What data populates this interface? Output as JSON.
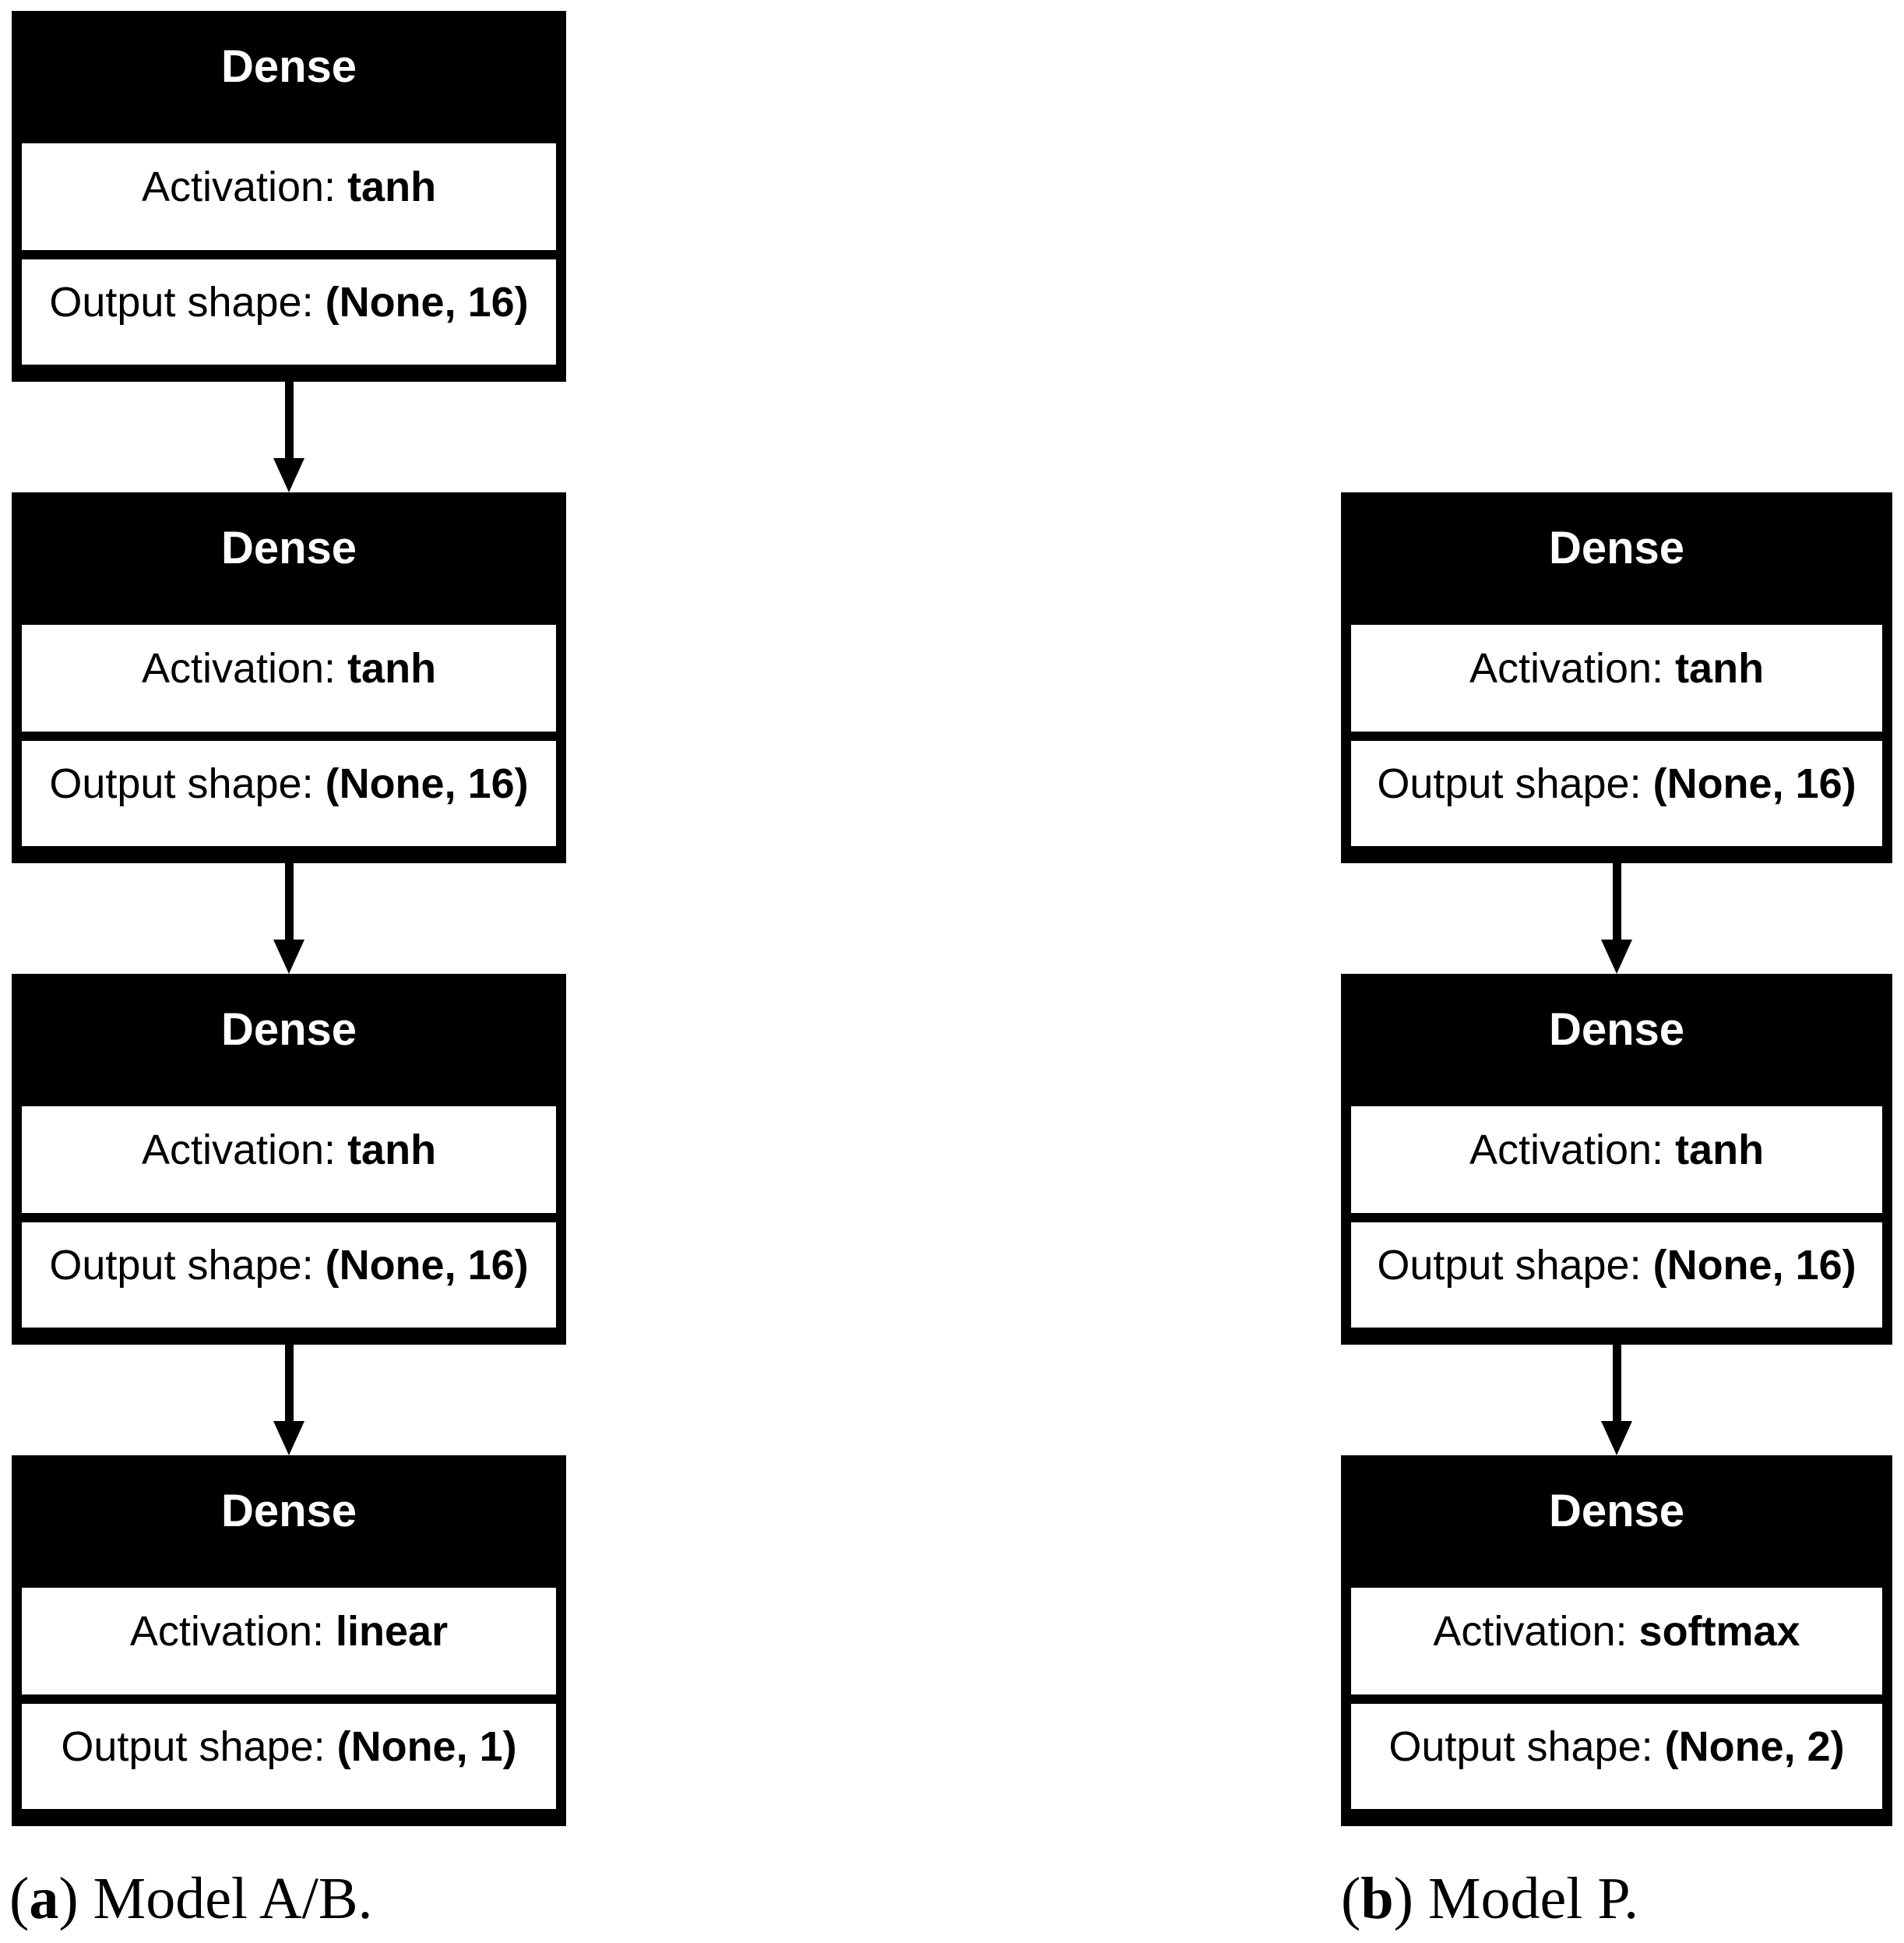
{
  "figure": {
    "type": "neural-network-layer-diagram",
    "colors": {
      "background": "#ffffff",
      "box_shell": "#000000",
      "header_bg": "#000000",
      "header_text": "#ffffff",
      "cell_bg": "#ffffff",
      "cell_text": "#000000",
      "arrow": "#000000"
    }
  },
  "models": [
    {
      "caption": {
        "open": "(",
        "letter": "a",
        "close": ") ",
        "text": "Model A/B."
      },
      "layers": [
        {
          "name": "Dense",
          "activation_label": "Activation: ",
          "activation_value": "tanh",
          "output_label": "Output shape: ",
          "output_value": "(None, 16)"
        },
        {
          "name": "Dense",
          "activation_label": "Activation: ",
          "activation_value": "tanh",
          "output_label": "Output shape: ",
          "output_value": "(None, 16)"
        },
        {
          "name": "Dense",
          "activation_label": "Activation: ",
          "activation_value": "tanh",
          "output_label": "Output shape: ",
          "output_value": "(None, 16)"
        },
        {
          "name": "Dense",
          "activation_label": "Activation: ",
          "activation_value": "linear",
          "output_label": "Output shape: ",
          "output_value": "(None, 1)"
        }
      ]
    },
    {
      "caption": {
        "open": "(",
        "letter": "b",
        "close": ") ",
        "text": "Model P."
      },
      "layers": [
        {
          "name": "Dense",
          "activation_label": "Activation: ",
          "activation_value": "tanh",
          "output_label": "Output shape: ",
          "output_value": "(None, 16)"
        },
        {
          "name": "Dense",
          "activation_label": "Activation: ",
          "activation_value": "tanh",
          "output_label": "Output shape: ",
          "output_value": "(None, 16)"
        },
        {
          "name": "Dense",
          "activation_label": "Activation: ",
          "activation_value": "softmax",
          "output_label": "Output shape: ",
          "output_value": "(None, 2)"
        }
      ]
    }
  ]
}
